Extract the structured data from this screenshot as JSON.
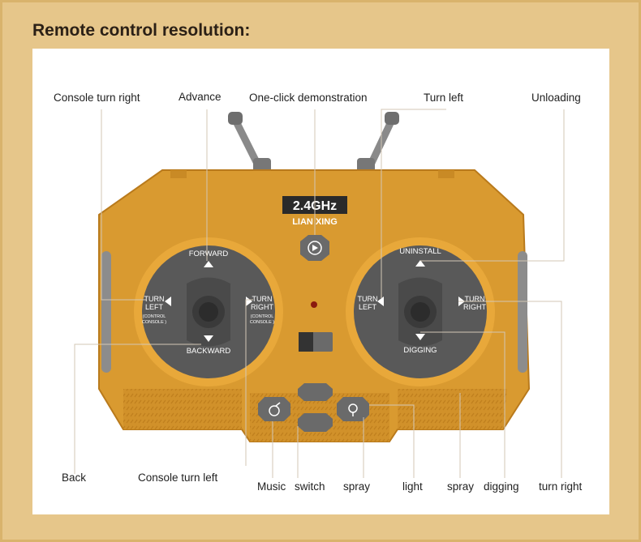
{
  "title": "Remote control resolution:",
  "remote": {
    "display": "2.4GHz",
    "brand": "LIAN XING",
    "left_stick": {
      "forward": "FORWARD",
      "backward": "BACKWARD",
      "turn_left_1": "TURN",
      "turn_left_2": "LEFT",
      "turn_left_3": "(CONTROL",
      "turn_left_4": "CONSOLE )",
      "turn_right_1": "TURN",
      "turn_right_2": "RIGHT",
      "turn_right_3": "(CONTROL",
      "turn_right_4": "CONSOLE )"
    },
    "right_stick": {
      "uninstall": "UNINSTALL",
      "digging": "DIGGING",
      "turn_left_1": "TURN",
      "turn_left_2": "LEFT",
      "turn_right_1": "TURN",
      "turn_right_2": "RIGHT"
    }
  },
  "labels": {
    "console_turn_right": "Console turn right",
    "advance": "Advance",
    "one_click_demo": "One-click demonstration",
    "turn_left": "Turn left",
    "unloading": "Unloading",
    "back": "Back",
    "console_turn_left": "Console turn left",
    "music": "Music",
    "switch": "switch",
    "spray_1": "spray",
    "light": "light",
    "spray_2": "spray",
    "digging": "digging",
    "turn_right": "turn right"
  },
  "colors": {
    "body": "#d99a30",
    "body_dark": "#b97a1c",
    "stick_pad": "#5b5b5b",
    "background": "#e6c68a"
  }
}
